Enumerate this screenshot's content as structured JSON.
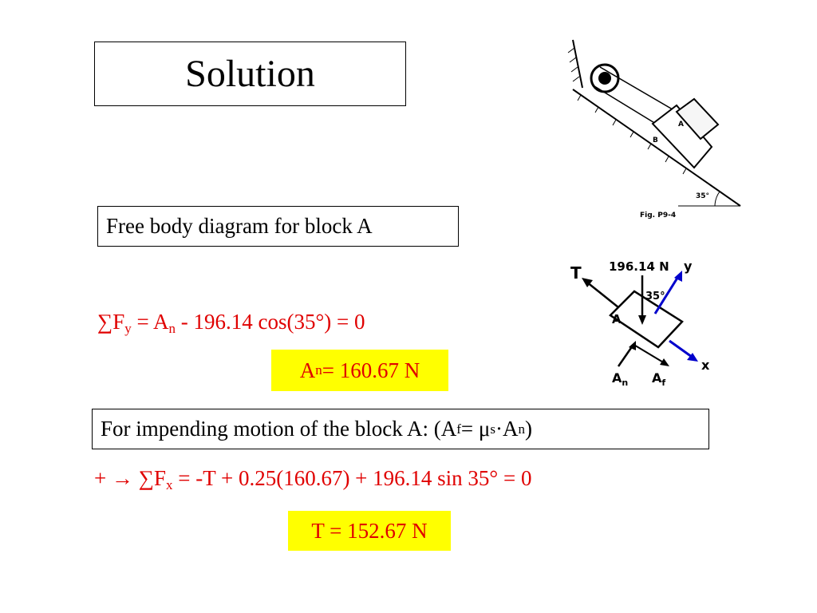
{
  "title": "Solution",
  "fbd_label": "Free body diagram for block A",
  "eq_y": {
    "sum": "∑F",
    "sub_y": "y",
    "eq_an": " = A",
    "sub_n": "n",
    "rest": " - 196.14 cos(35°) = 0"
  },
  "result_an": {
    "a": "A",
    "sub_n": "n",
    "rest": " = 160.67 N"
  },
  "impending": {
    "prefix": "For impending motion of the block A: (A",
    "sub_f": "f",
    "mid": " = μ",
    "sub_s": "s",
    "dot": "·A",
    "sub_n": "n",
    "close": ")"
  },
  "eq_x": {
    "prefix": "+ → ∑F",
    "sub_x": "x",
    "rest": " = -T + 0.25(160.67) + 196.14 sin 35° = 0"
  },
  "result_t": "T = 152.67 N",
  "fig_top": {
    "label_a": "A",
    "label_b": "B",
    "angle": "35°",
    "caption": "Fig. P9-4"
  },
  "fig_fbd": {
    "weight": "196.14 N",
    "angle": "35°",
    "t": "T",
    "y": "y",
    "x": "x",
    "a": "A",
    "an": "A",
    "an_sub": "n",
    "af": "A",
    "af_sub": "f"
  },
  "colors": {
    "equation": "#e00000",
    "highlight": "#ffff00",
    "axes": "#0000cc"
  }
}
